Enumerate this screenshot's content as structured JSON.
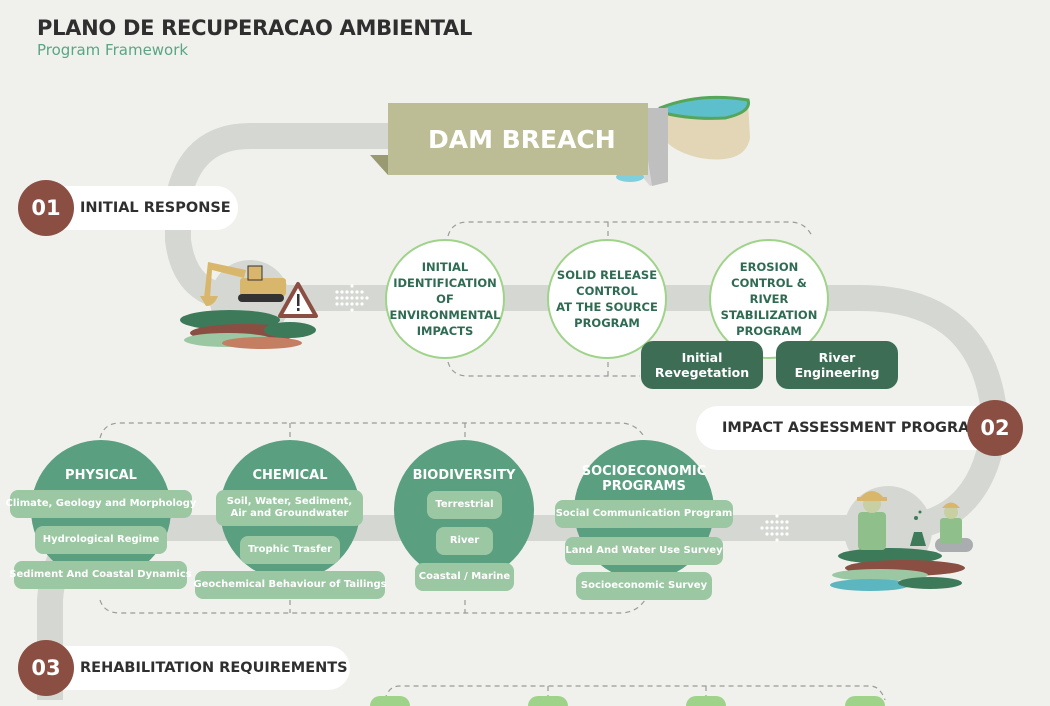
{
  "header": {
    "title": "PLANO DE RECUPERACAO AMBIENTAL",
    "subtitle": "Program Framework"
  },
  "colors": {
    "background": "#f0f1ed",
    "path": "#d5d7d2",
    "step_number": "#8a4f42",
    "circle_border": "#9fd38a",
    "dark_green": "#3d6d55",
    "mid_green": "#5a9f80",
    "light_green": "#9cc7a3",
    "banner": "#bcbd94",
    "subtitle": "#5aa584"
  },
  "dam_breach": {
    "label": "DAM BREACH",
    "icon": "dam-icon"
  },
  "steps": [
    {
      "number": "01",
      "label": "INITIAL RESPONSE"
    },
    {
      "number": "02",
      "label": "IMPACT ASSESSMENT PROGRAM"
    },
    {
      "number": "03",
      "label": "REHABILITATION REQUIREMENTS"
    }
  ],
  "initial_response": {
    "icon": "excavator-warning-icon",
    "programs": [
      {
        "label": "INITIAL\nIDENTIFICATION\nOF\nENVIRONMENTAL\nIMPACTS"
      },
      {
        "label": "SOLID RELEASE\nCONTROL\nAT THE SOURCE\nPROGRAM"
      },
      {
        "label": "EROSION\nCONTROL & RIVER\nSTABILIZATION\nPROGRAM"
      }
    ],
    "sub_programs": [
      {
        "label": "Initial\nRevegetation"
      },
      {
        "label": "River\nEngineering"
      }
    ]
  },
  "impact_assessment": {
    "icon": "scientists-icon",
    "categories": [
      {
        "title": "PHYSICAL",
        "items": [
          "Climate, Geology and Morphology",
          "Hydrological Regime",
          "Sediment And Coastal Dynamics"
        ]
      },
      {
        "title": "CHEMICAL",
        "items": [
          "Soil, Water, Sediment,\nAir and Groundwater",
          "Trophic Trasfer",
          "Geochemical Behaviour of Tailings"
        ]
      },
      {
        "title": "BIODIVERSITY",
        "items": [
          "Terrestrial",
          "River",
          "Coastal / Marine"
        ]
      },
      {
        "title": "SOCIOECONOMIC\nPROGRAMS",
        "items": [
          "Social Communication Program",
          "Land And Water Use Survey",
          "Socioeconomic Survey"
        ]
      }
    ]
  }
}
